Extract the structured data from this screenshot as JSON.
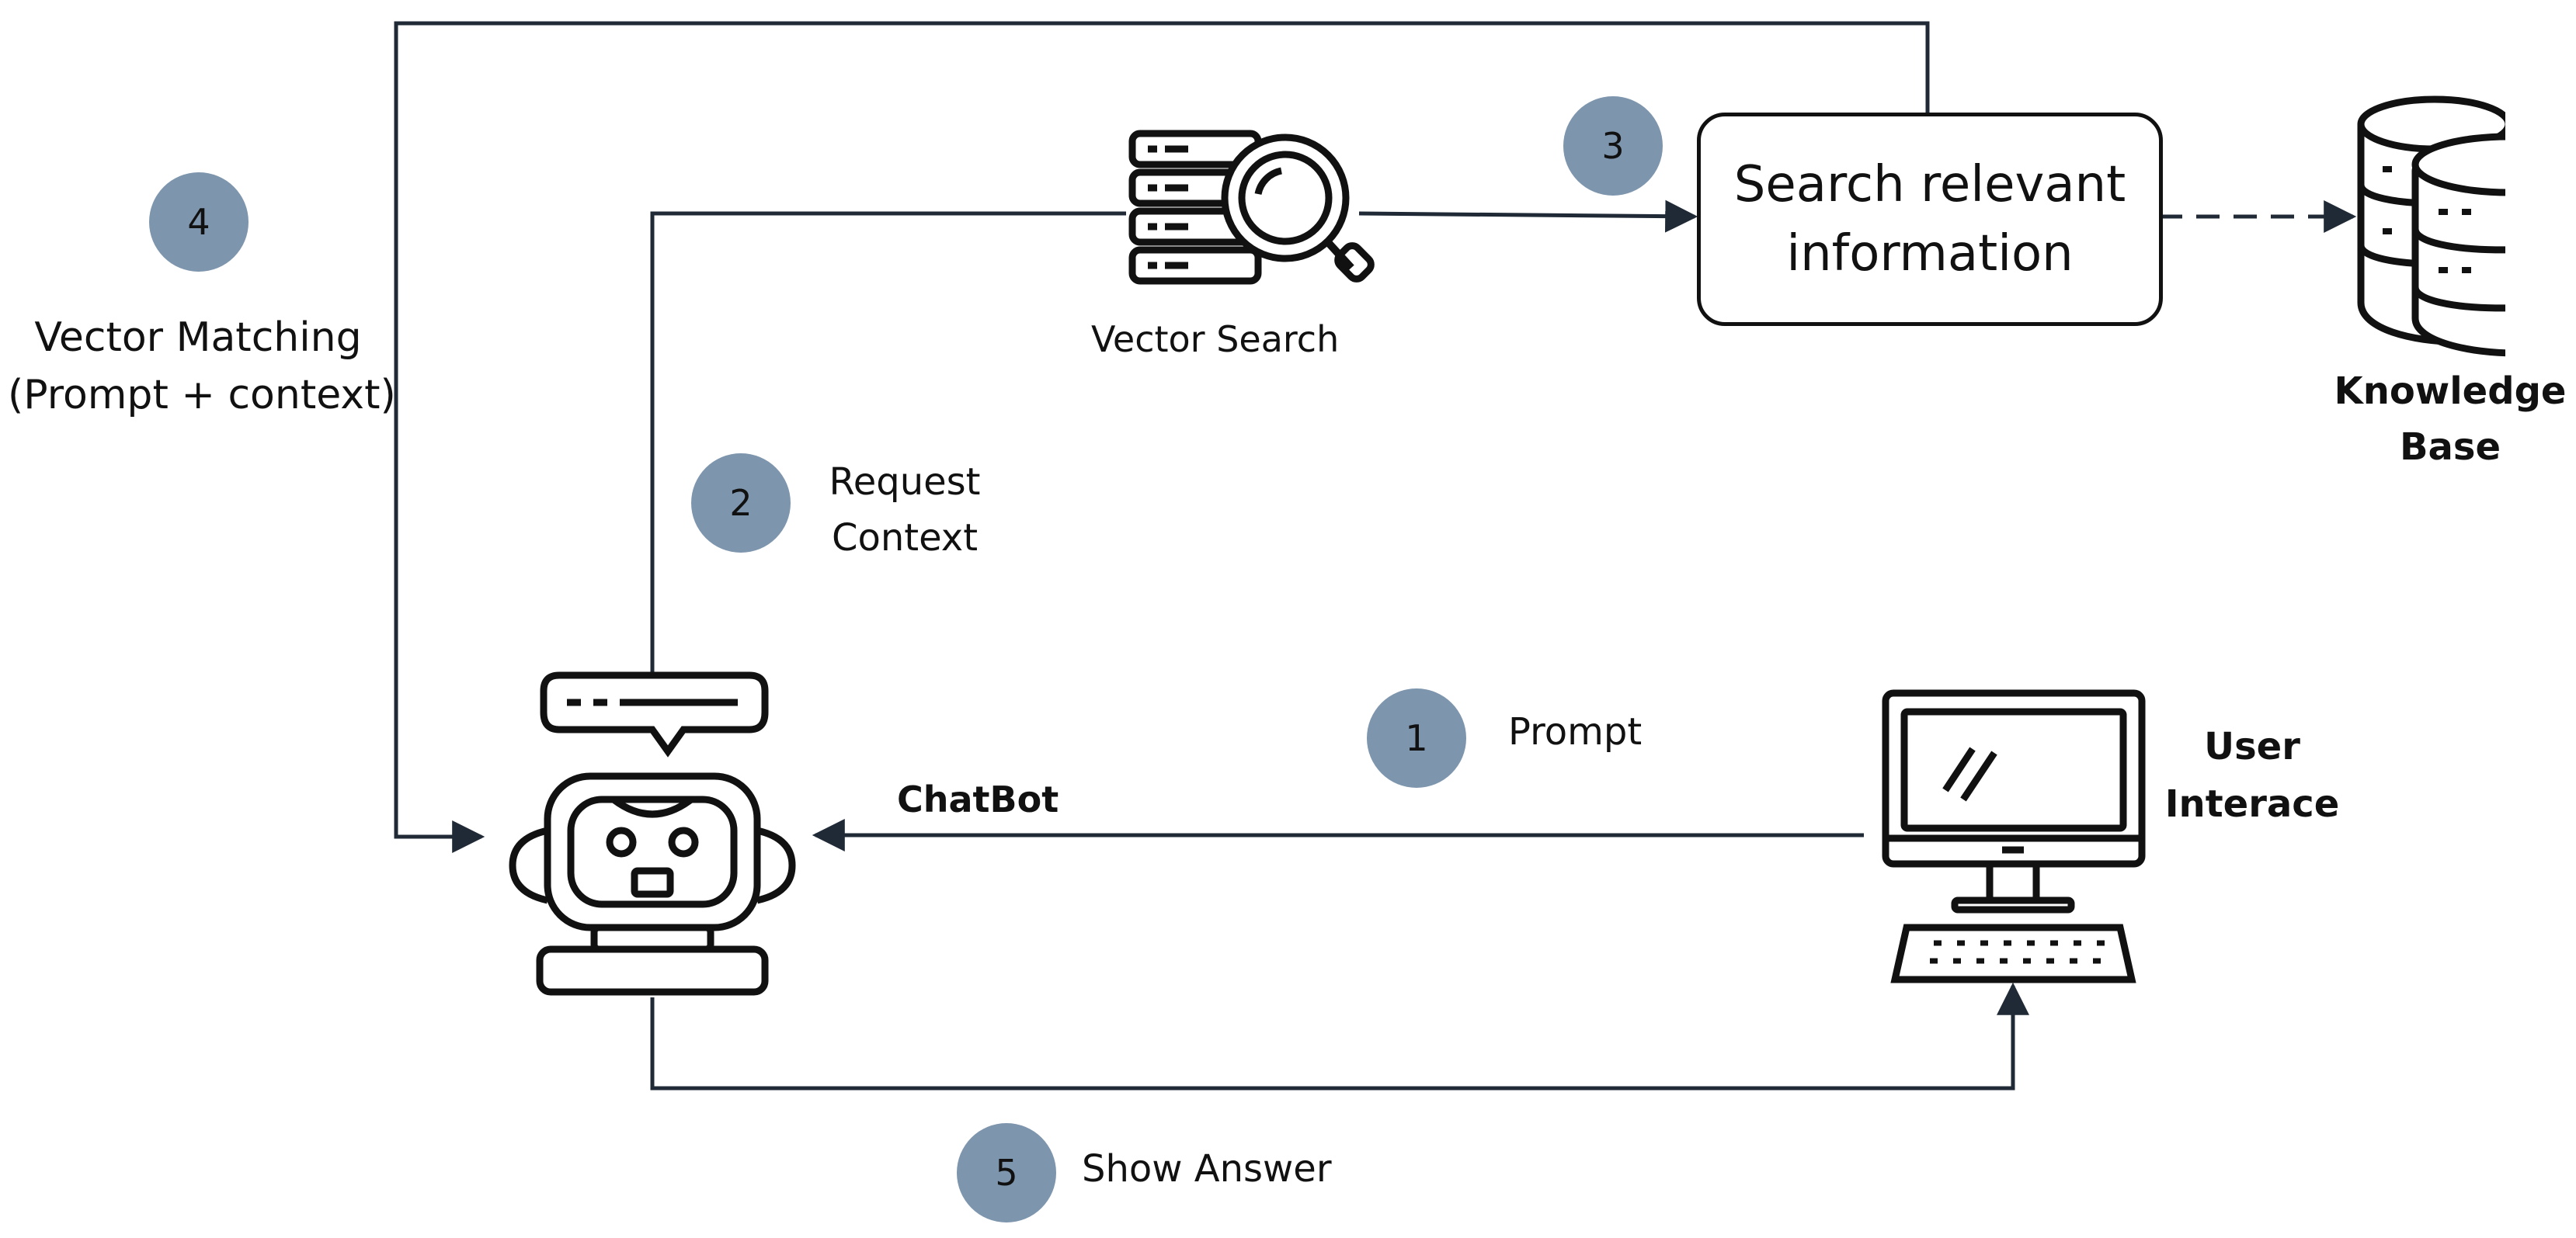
{
  "nodes": {
    "search_box": {
      "line1": "Search relevant",
      "line2": "information"
    },
    "vector_search": {
      "label": "Vector Search"
    },
    "knowledge_base": {
      "line1": "Knowledge",
      "line2": "Base"
    },
    "chatbot": {
      "label": "ChatBot"
    },
    "user_interface": {
      "line1": "User",
      "line2": "Interace"
    }
  },
  "steps": [
    {
      "number": "1",
      "line1": "Prompt",
      "line2": ""
    },
    {
      "number": "2",
      "line1": "Request",
      "line2": "Context"
    },
    {
      "number": "3",
      "line1": "",
      "line2": ""
    },
    {
      "number": "4",
      "line1": "Vector Matching",
      "line2": "(Prompt + context)"
    },
    {
      "number": "5",
      "line1": "Show Answer",
      "line2": ""
    }
  ],
  "colors": {
    "badge": "#7d95ad",
    "stroke": "#1f2a36",
    "icon": "#111111"
  }
}
